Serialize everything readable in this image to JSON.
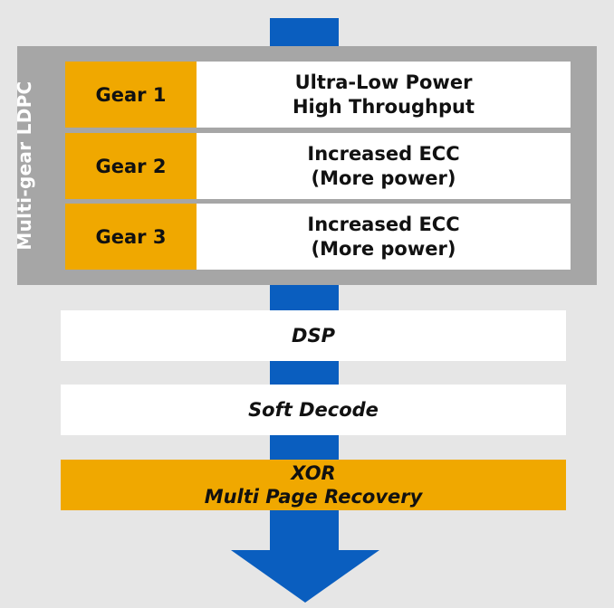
{
  "colors": {
    "background": "#e6e6e6",
    "arrow": "#0a5ebf",
    "panel": "#a6a6a6",
    "gear": "#f0a800",
    "box": "#ffffff"
  },
  "ldpc": {
    "label": "Multi-gear LDPC",
    "gears": [
      {
        "name": "Gear 1",
        "line1": "Ultra-Low Power",
        "line2": "High Throughput"
      },
      {
        "name": "Gear 2",
        "line1": "Increased ECC",
        "line2": "(More power)"
      },
      {
        "name": "Gear 3",
        "line1": "Increased ECC",
        "line2": "(More power)"
      }
    ]
  },
  "stages": {
    "dsp": "DSP",
    "soft_decode": "Soft Decode",
    "xor_line1": "XOR",
    "xor_line2": "Multi Page Recovery"
  }
}
